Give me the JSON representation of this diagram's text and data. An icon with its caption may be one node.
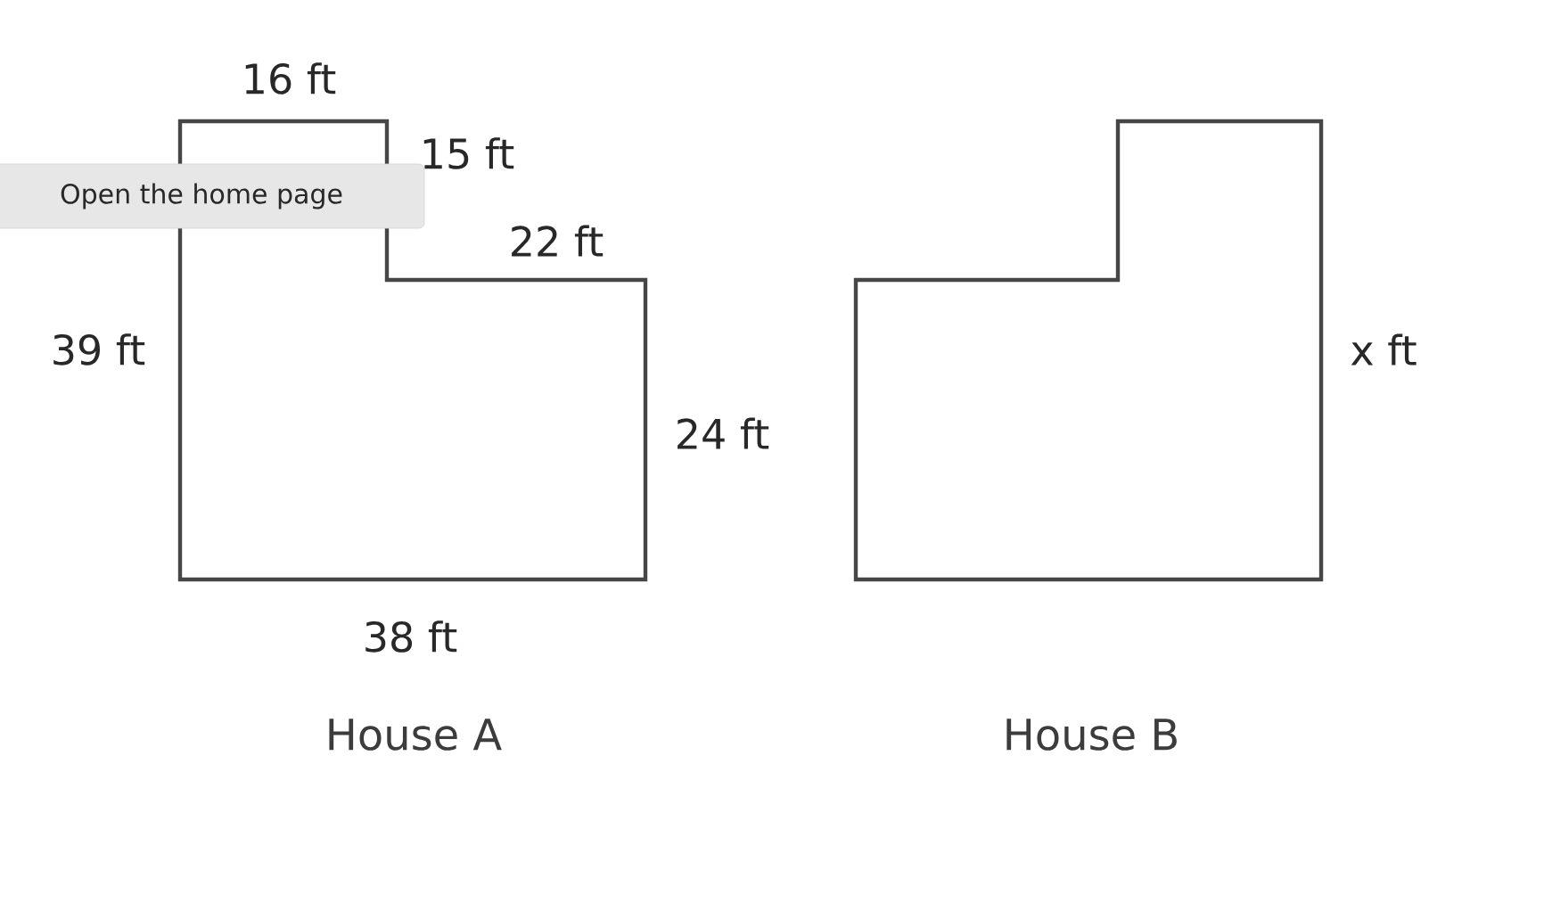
{
  "diagram": {
    "nodes": [
      {
        "text": [],
        "shape": "polygon",
        "beside": [
          "House A"
        ]
      },
      {
        "text": [],
        "shape": "polygon",
        "beside": [
          "House B"
        ]
      }
    ],
    "labels": [
      "16 ft",
      "15 ft",
      "Open the home page",
      "22 ft",
      "39 ft",
      "24 ft",
      "38 ft",
      "x ft"
    ]
  }
}
